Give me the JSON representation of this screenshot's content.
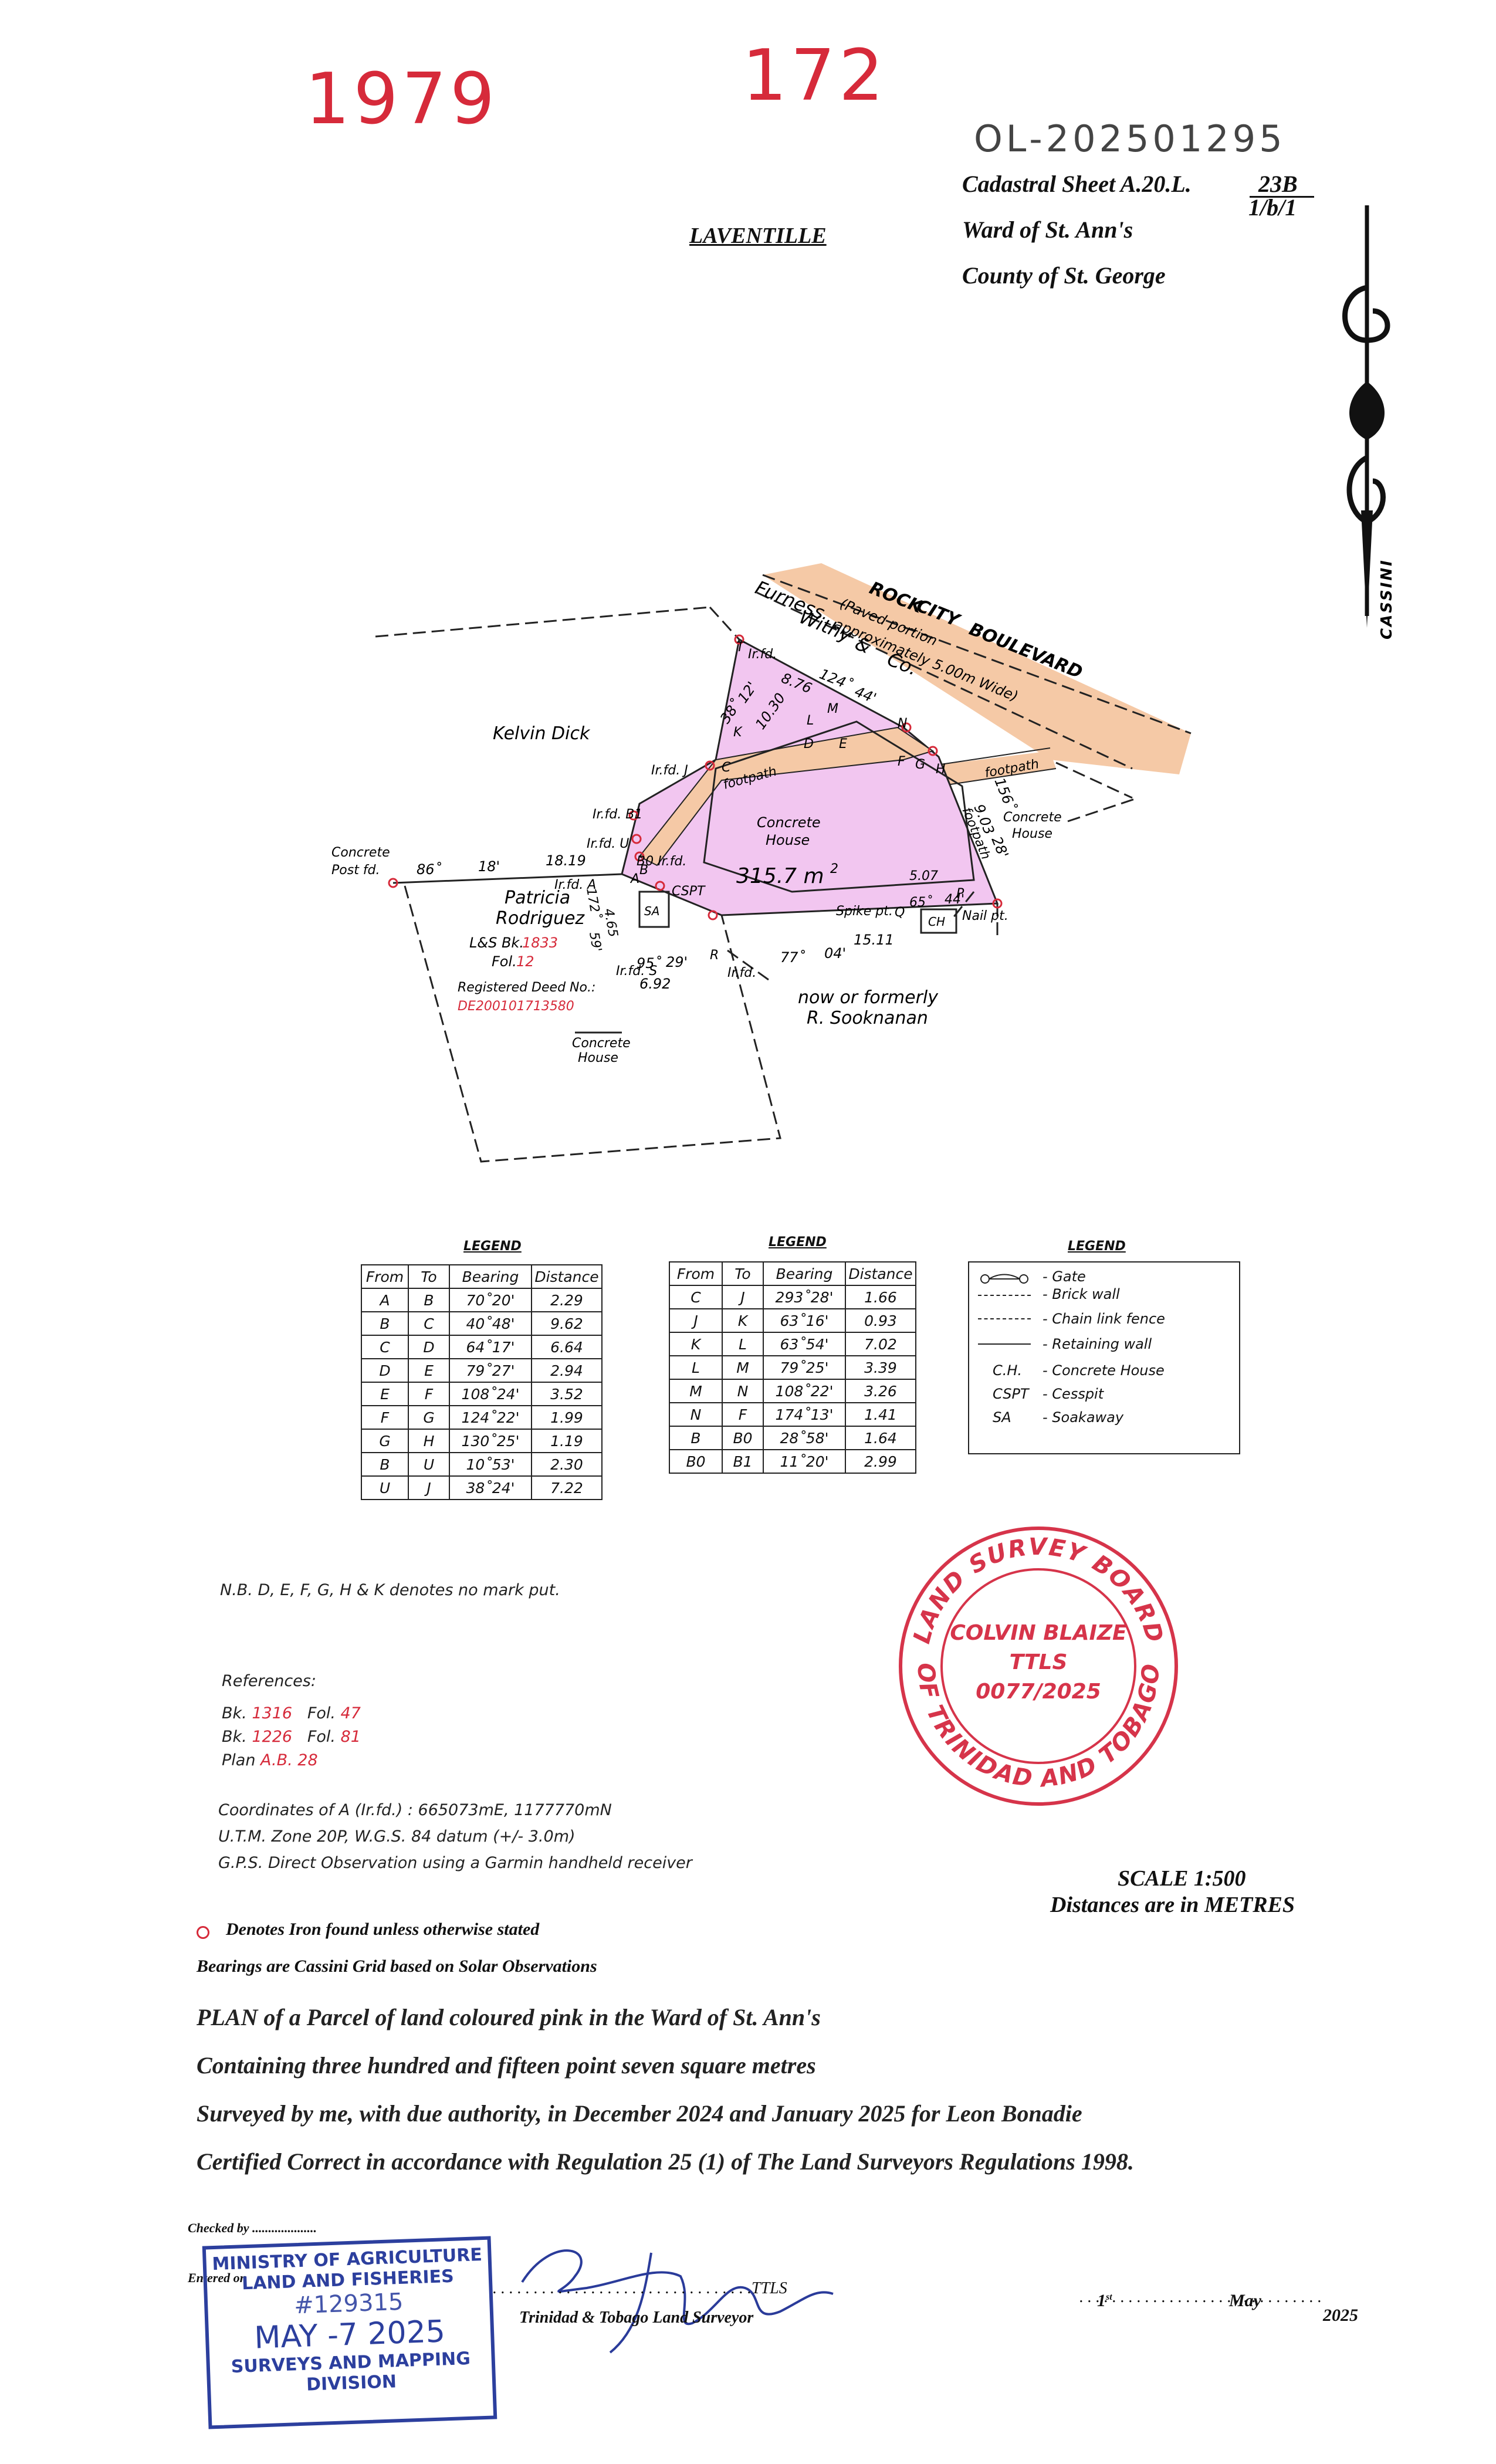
{
  "header": {
    "handwritten_year": "1979",
    "handwritten_number": "172",
    "reference_number": "OL-202501295",
    "locality": "LAVENTILLE",
    "cadastral_sheet": "Cadastral Sheet A.20.L.",
    "sheet_number_top": "23B",
    "sheet_number_bottom": "1/b/1",
    "ward": "Ward of St. Ann's",
    "county": "County of St. George",
    "north_label": "CASSINI"
  },
  "plan": {
    "area": "315.7 m",
    "area_exponent": "2",
    "labels": {
      "kelvin": "Kelvin Dick",
      "furness": "Furness",
      "withy": "Withy",
      "amp": "&",
      "co": "Co.",
      "rock": "ROCK",
      "city": "CITY",
      "boulevard": "BOULEVARD",
      "paved": "(Paved portion",
      "approx": "approximately 5.00m Wide)",
      "patricia": "Patricia",
      "rodriguez": "Rodriguez",
      "ls": "L&S Bk.",
      "ls_num": "1833",
      "fol": "Fol.",
      "fol_num": "12",
      "reg_deed": "Registered Deed No.:",
      "reg_deed_num": "DE200101713580",
      "now_formerly": "now or formerly",
      "sooknanan": "R. Sooknanan",
      "concrete_house": "Concrete House",
      "concrete": "Concrete",
      "house": "House",
      "concrete_post": "Concrete",
      "post_fd": "Post fd.",
      "footpath": "footpath",
      "spike": "Spike pt.",
      "nail": "Nail pt.",
      "irfd": "Ir.fd.",
      "irfd_a": "Ir.fd. A",
      "irfd_j": "Ir.fd. J",
      "irfd_b1": "Ir.fd. B1",
      "irfd_u": "Ir.fd. U",
      "irfd_s": "Ir.fd. S",
      "b0_irfd": "B0 Ir.fd.",
      "cspt": "CSPT",
      "sa": "SA",
      "ch": "CH",
      "bear_86": "86˚",
      "bear_18": "18'",
      "dist_1819": "18.19",
      "bear_124": "124˚",
      "bear_44": "44'",
      "dist_876": "8.76",
      "bear_38": "38˚",
      "bear_12": "12'",
      "dist_1030": "10.30",
      "bear_156": "156˚",
      "bear_28": "28'",
      "dist_903": "9.03",
      "bear_172": "172˚",
      "bear_59": "59'",
      "dist_465": "4.65",
      "bear_95": "95˚",
      "bear_29": "29'",
      "dist_692": "6.92",
      "bear_77": "77˚",
      "bear_04": "04'",
      "dist_1511": "15.11",
      "bear_65": "65˚",
      "bear_44b": "44'",
      "dist_507": "5.07",
      "pt_A": "A",
      "pt_B": "B",
      "pt_C": "C",
      "pt_D": "D",
      "pt_E": "E",
      "pt_F": "F",
      "pt_G": "G",
      "pt_H": "H",
      "pt_J": "J",
      "pt_K": "K",
      "pt_L": "L",
      "pt_M": "M",
      "pt_N": "N",
      "pt_P": "P",
      "pt_Q": "Q",
      "pt_R": "R",
      "pt_S": "S",
      "pt_T": "T",
      "pt_U": "U"
    }
  },
  "legend1": {
    "title": "LEGEND",
    "headers": [
      "From",
      "To",
      "Bearing",
      "Distance"
    ],
    "rows": [
      [
        "A",
        "B",
        "70˚20'",
        "2.29"
      ],
      [
        "B",
        "C",
        "40˚48'",
        "9.62"
      ],
      [
        "C",
        "D",
        "64˚17'",
        "6.64"
      ],
      [
        "D",
        "E",
        "79˚27'",
        "2.94"
      ],
      [
        "E",
        "F",
        "108˚24'",
        "3.52"
      ],
      [
        "F",
        "G",
        "124˚22'",
        "1.99"
      ],
      [
        "G",
        "H",
        "130˚25'",
        "1.19"
      ],
      [
        "B",
        "U",
        "10˚53'",
        "2.30"
      ],
      [
        "U",
        "J",
        "38˚24'",
        "7.22"
      ]
    ]
  },
  "legend2": {
    "title": "LEGEND",
    "headers": [
      "From",
      "To",
      "Bearing",
      "Distance"
    ],
    "rows": [
      [
        "C",
        "J",
        "293˚28'",
        "1.66"
      ],
      [
        "J",
        "K",
        "63˚16'",
        "0.93"
      ],
      [
        "K",
        "L",
        "63˚54'",
        "7.02"
      ],
      [
        "L",
        "M",
        "79˚25'",
        "3.39"
      ],
      [
        "M",
        "N",
        "108˚22'",
        "3.26"
      ],
      [
        "N",
        "F",
        "174˚13'",
        "1.41"
      ],
      [
        "B",
        "B0",
        "28˚58'",
        "1.64"
      ],
      [
        "B0",
        "B1",
        "11˚20'",
        "2.99"
      ]
    ]
  },
  "legend3": {
    "title": "LEGEND",
    "items": [
      {
        "sym": "gate",
        "label": "- Gate"
      },
      {
        "sym": "brick",
        "label": "- Brick wall"
      },
      {
        "sym": "chain",
        "label": "- Chain link fence"
      },
      {
        "sym": "retaining",
        "label": "- Retaining wall"
      },
      {
        "sym": "C.H.",
        "label": "- Concrete House"
      },
      {
        "sym": "CSPT",
        "label": "- Cesspit"
      },
      {
        "sym": "SA",
        "label": "- Soakaway"
      }
    ]
  },
  "notes": {
    "nb": "N.B. D, E, F, G, H & K denotes no mark put.",
    "references_title": "References:",
    "ref1_bk": "Bk.",
    "ref1_bk_num": "1316",
    "ref1_fol": "Fol.",
    "ref1_fol_num": "47",
    "ref2_bk": "Bk.",
    "ref2_bk_num": "1226",
    "ref2_fol": "Fol.",
    "ref2_fol_num": "81",
    "ref3_plan": "Plan",
    "ref3_plan_num": "A.B. 28",
    "coords": "Coordinates of A (Ir.fd.) : 665073mE, 1177770mN",
    "utm": "U.T.M. Zone 20P, W.G.S. 84 datum (+/- 3.0m)",
    "gps": "G.P.S. Direct Observation using a Garmin handheld receiver"
  },
  "seal": {
    "ring_top": "LAND SURVEY BOARD",
    "ring_bottom": "OF TRINIDAD AND TOBAGO",
    "name": "COLVIN BLAIZE",
    "title": "TTLS",
    "number": "0077/2025"
  },
  "scale": {
    "scale": "SCALE 1:500",
    "units": "Distances are in METRES"
  },
  "certification": {
    "iron_note": "Denotes Iron found unless otherwise stated",
    "bearings_note": "Bearings are Cassini Grid based on Solar Observations",
    "line1": "PLAN of a Parcel of land coloured pink in the Ward of St. Ann's",
    "line2": "Containing three hundred and fifteen point seven square metres",
    "line3": "Surveyed by me, with due authority, in December 2024 and January 2025 for Leon Bonadie",
    "line4": "Certified Correct in accordance with Regulation 25 (1) of The Land Surveyors Regulations 1998."
  },
  "footer": {
    "checked_by": "Checked by ....................",
    "entered_on": "Entered on",
    "ministry_stamp_1": "MINISTRY OF AGRICULTURE",
    "ministry_stamp_2": "LAND AND FISHERIES",
    "ministry_stamp_num": "#129315",
    "ministry_date": "MAY -7 2025",
    "ministry_div_1": "SURVEYS AND MAPPING",
    "ministry_div_2": "DIVISION",
    "ttls_dots": ". . . . . . . . . . . . . . . . . . . . . . . . . . . . . . . .TTLS",
    "surveyor_title": "Trinidad & Tobago Land Surveyor",
    "date_day": "1",
    "date_day_sup": "st",
    "date_month": "May",
    "date_year": "2025",
    "date_dots": ". . . . . . . . . . . . . . . . . . . . . . . . . . . . . ."
  },
  "colors": {
    "parcel_pink": "#f2c6f0",
    "road_tan": "#f5c9a6",
    "seal_red": "#d6344a",
    "stamp_blue": "#2c3f9e"
  }
}
